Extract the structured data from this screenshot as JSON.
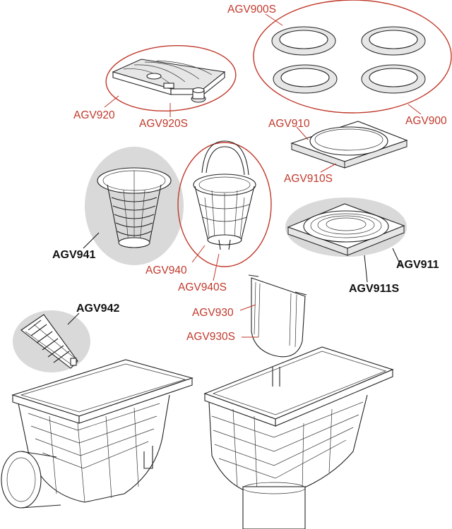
{
  "colors": {
    "label_red": "#c0392b",
    "label_black": "#111111",
    "highlight_gray": "#d9d9d9"
  },
  "labels": {
    "agv900s": "AGV900S",
    "agv900": "AGV900",
    "agv920": "AGV920",
    "agv920s": "AGV920S",
    "agv910": "AGV910",
    "agv910s": "AGV910S",
    "agv941": "AGV941",
    "agv940": "AGV940",
    "agv940s": "AGV940S",
    "agv911": "AGV911",
    "agv911s": "AGV911S",
    "agv942": "AGV942",
    "agv930": "AGV930",
    "agv930s": "AGV930S"
  }
}
